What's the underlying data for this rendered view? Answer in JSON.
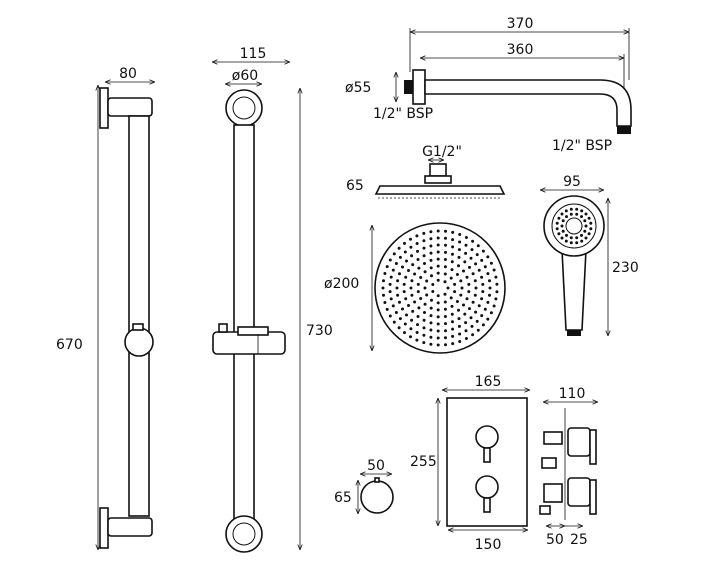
{
  "diagram": {
    "riser_rail_side": {
      "width": "80",
      "height": "670"
    },
    "riser_rail_front": {
      "width": "115",
      "diameter": "ø60",
      "height": "730"
    },
    "shower_arm": {
      "length_overall": "370",
      "length": "360",
      "flange_diameter": "ø55",
      "inlet_thread": "1/2\" BSP",
      "outlet_thread": "1/2\" BSP"
    },
    "shower_head": {
      "connection": "G1/2\"",
      "height": "65",
      "diameter": "ø200"
    },
    "hand_shower": {
      "width": "95",
      "length": "230"
    },
    "wall_outlet": {
      "width": "50",
      "height": "65"
    },
    "valve_plate": {
      "width_top": "165",
      "height": "255",
      "width_bottom": "150"
    },
    "valve_body": {
      "depth": "110",
      "depth_a": "50",
      "depth_b": "25"
    }
  }
}
